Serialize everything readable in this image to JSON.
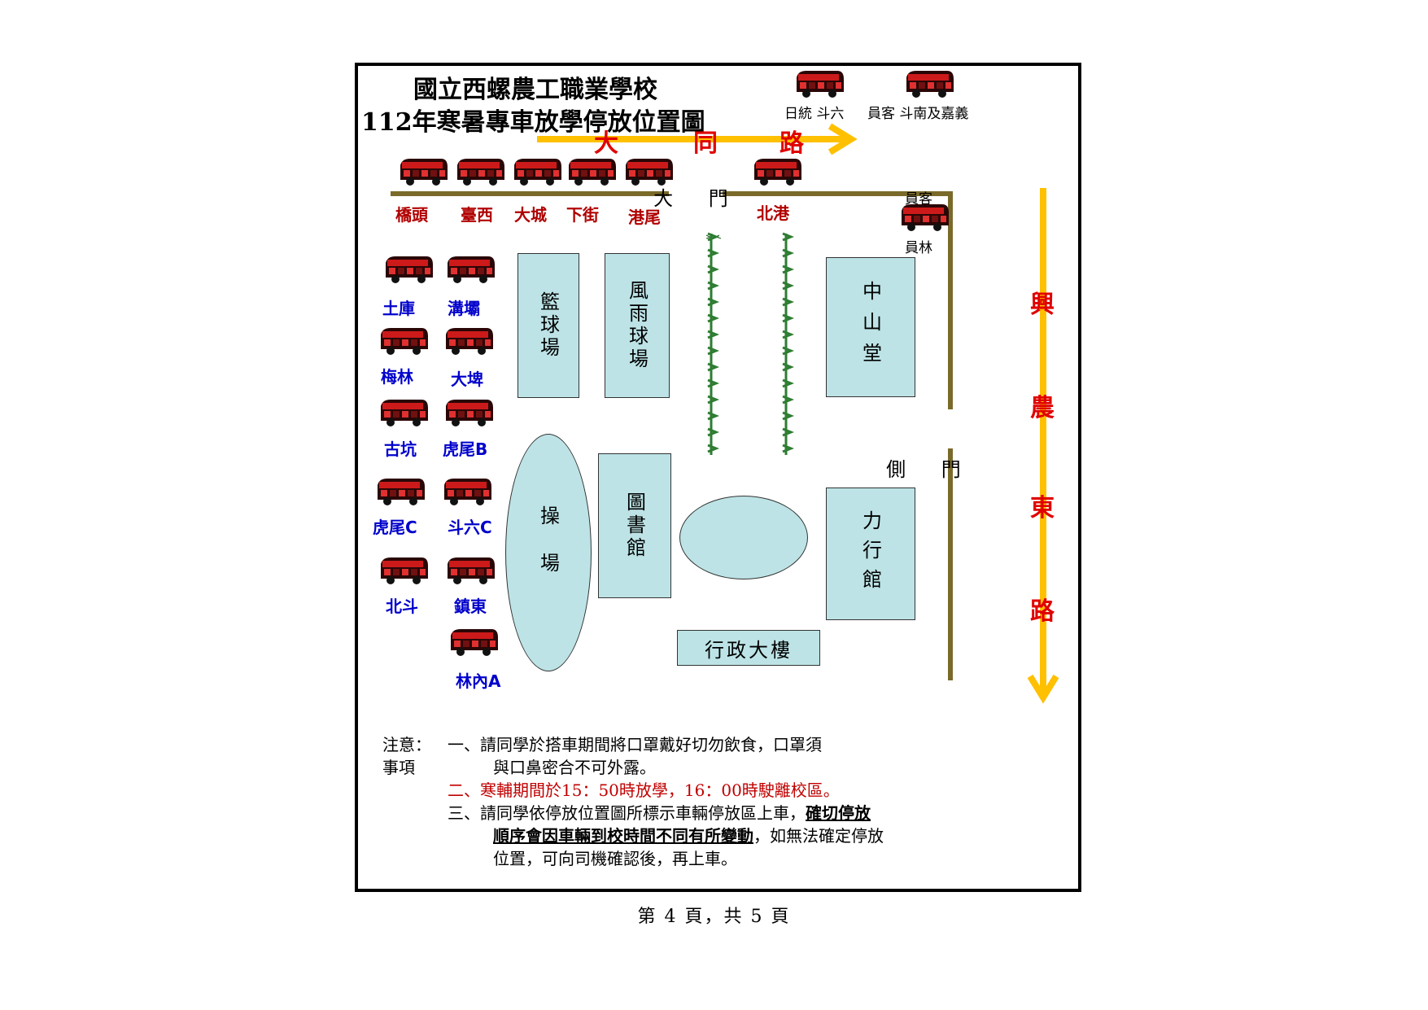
{
  "title_line1": "國立西螺農工職業學校",
  "title_line2": "112年寒暑專車放學停放位置圖",
  "roads": {
    "datong": [
      "大",
      "同",
      "路"
    ],
    "xingnong": [
      "興",
      "農",
      "東",
      "路"
    ]
  },
  "gates": {
    "main": "大 門",
    "side": "側 門"
  },
  "top_right_buses": [
    {
      "label": "日統 斗六"
    },
    {
      "label": "員客 斗南及嘉義"
    }
  ],
  "right_bus": {
    "label_top": "員客",
    "label_bottom": "員林"
  },
  "top_row_buses": [
    "橋頭",
    "臺西",
    "大城",
    "下街",
    "港尾",
    "北港"
  ],
  "left_buses_col1": [
    "土庫",
    "梅林",
    "古坑",
    "虎尾C",
    "北斗"
  ],
  "left_buses_col2": [
    "溝壩",
    "大埤",
    "虎尾B",
    "斗六C",
    "鎮東",
    "林內A"
  ],
  "buildings": {
    "basketball": "籃球場",
    "rain_court": "風雨球場",
    "zhongshan": "中山堂",
    "playground": "操場",
    "library": "圖書館",
    "lixing": "力行館",
    "admin": "行政大樓"
  },
  "notes": {
    "heading_1": "注意：",
    "heading_2": "事項",
    "item1_line1": "一、請同學於搭車期間將口罩戴好切勿飲食，口罩須",
    "item1_line2": "與口鼻密合不可外露。",
    "item2": "二、寒輔期間於15：50時放學，16：00時駛離校區。",
    "item3_prefix": "三、請同學依停放位置圖所標示車輛停放區上車，",
    "item3_bold1": "確切停放",
    "item3_bold2": "順序會因車輛到校時間不同有所變動",
    "item3_rest1": "，如無法確定停放",
    "item3_line3": "位置，可向司機確認後，再上車。"
  },
  "footer": "第 4 頁，共 5 頁",
  "colors": {
    "road_arrow": "#ffc000",
    "road_name": "#e00000",
    "building": "#bde3e6",
    "bus": "#3a0a0a"
  }
}
